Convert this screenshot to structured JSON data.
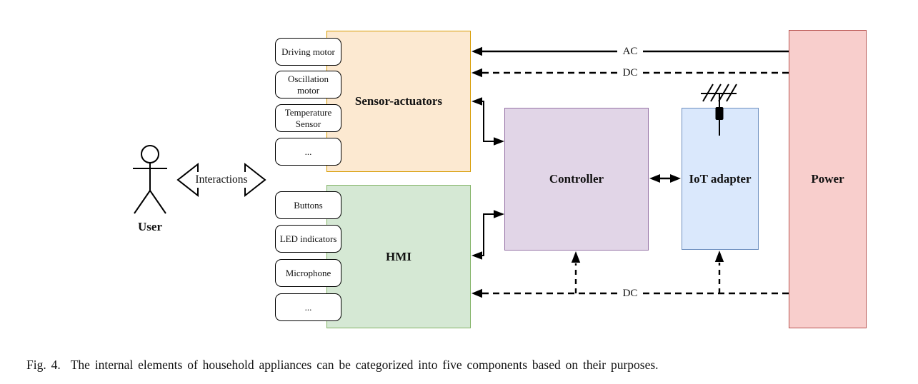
{
  "caption": {
    "prefix": "Fig. 4.",
    "text": "The internal elements of household appliances can be categorized into five components based on their purposes."
  },
  "actors": {
    "user_label": "User",
    "interactions_label": "Interactions"
  },
  "blocks": {
    "sensor_actuators": {
      "label": "Sensor-actuators",
      "fill": "#fce9d1",
      "border": "#d79b00"
    },
    "hmi": {
      "label": "HMI",
      "fill": "#d5e8d4",
      "border": "#82b366"
    },
    "controller": {
      "label": "Controller",
      "fill": "#e1d5e7",
      "border": "#9673a6"
    },
    "iot_adapter": {
      "label": "IoT adapter",
      "fill": "#dae8fc",
      "border": "#6c8ebf"
    },
    "power": {
      "label": "Power",
      "fill": "#f8cecc",
      "border": "#b85450"
    }
  },
  "sensor_actuator_items": [
    "Driving motor",
    "Oscillation motor",
    "Temperature Sensor",
    "..."
  ],
  "hmi_items": [
    "Buttons",
    "LED indicators",
    "Microphone",
    "..."
  ],
  "wires": {
    "ac_label": "AC",
    "dc_top_label": "DC",
    "dc_bottom_label": "DC"
  }
}
